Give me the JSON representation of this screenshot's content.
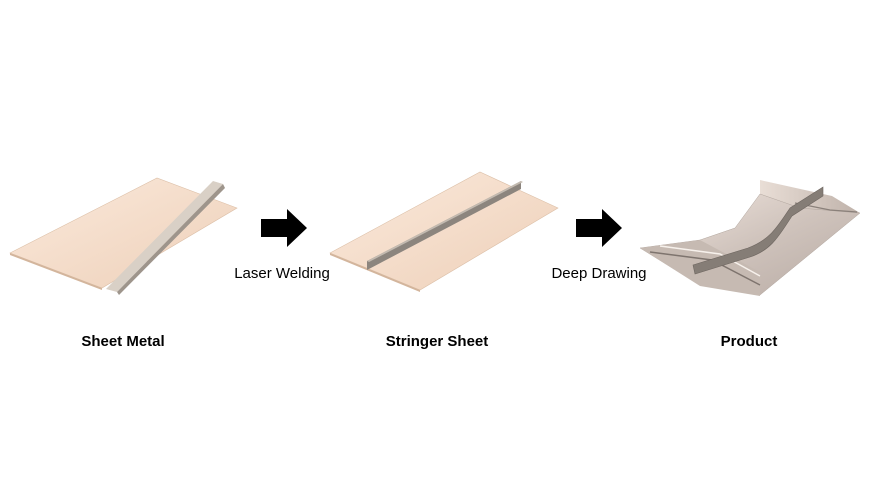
{
  "stages": [
    {
      "label": "Sheet Metal",
      "icon": "flat-sheet-with-stringer-icon"
    },
    {
      "label": "Stringer Sheet",
      "icon": "welded-stringer-sheet-icon"
    },
    {
      "label": "Product",
      "icon": "deep-drawn-panel-icon"
    }
  ],
  "processes": [
    {
      "label": "Laser Welding",
      "icon": "right-arrow-icon"
    },
    {
      "label": "Deep Drawing",
      "icon": "right-arrow-icon"
    }
  ],
  "colors": {
    "sheet_light": "#f6e1cf",
    "sheet_mid": "#ecd0b9",
    "sheet_edge": "#c9ab92",
    "stringer_face": "#8c857e",
    "stringer_top": "#b7aea3",
    "product_body": "#cbbfb8",
    "product_shadow": "#8f8580",
    "arrow": "#000000",
    "text": "#000000"
  }
}
